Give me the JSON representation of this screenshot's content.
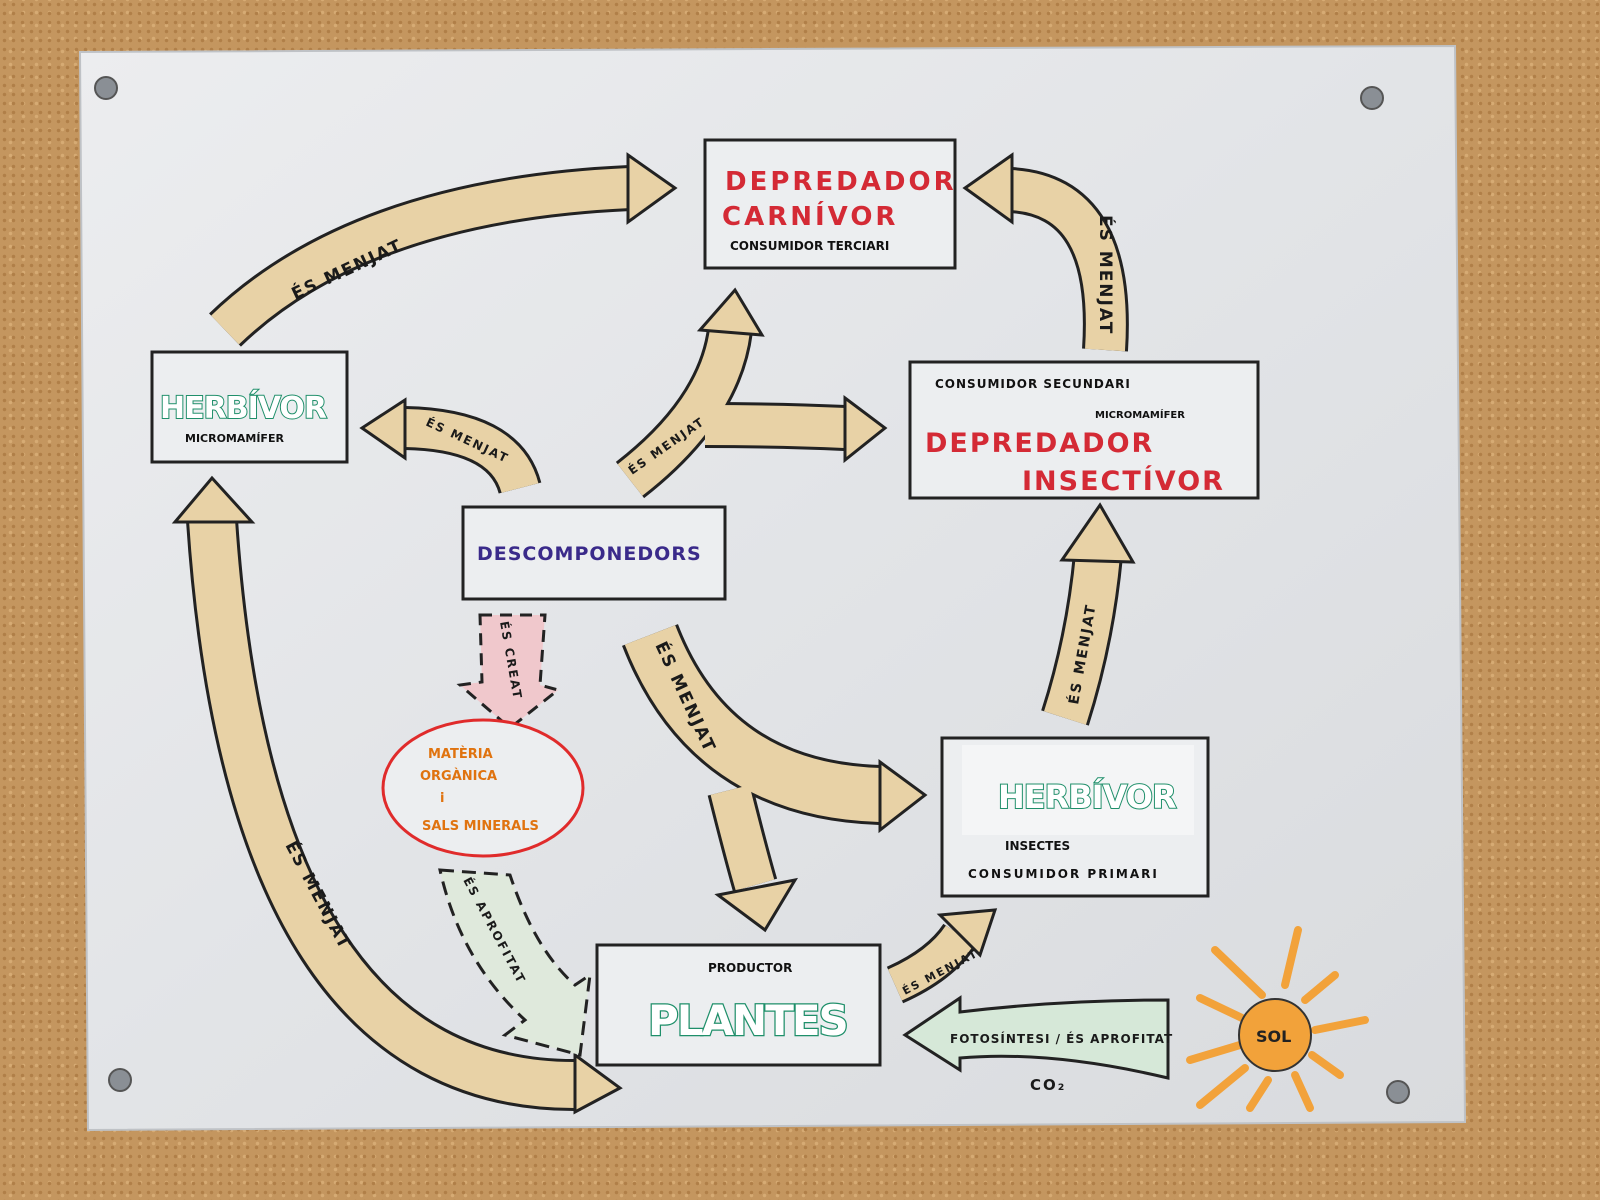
{
  "nodes": {
    "carnivor": {
      "title_1": "DEPREDADOR",
      "title_2": "CARNÍVOR",
      "subtitle": "CONSUMIDOR TERCIARI"
    },
    "herbivor_micro": {
      "title": "HERBÍVOR",
      "subtitle": "MICROMAMÍFER"
    },
    "insectivor": {
      "top": "CONSUMIDOR SECUNDARI",
      "sub": "MICROMAMÍFER",
      "title_1": "DEPREDADOR",
      "title_2": "INSECTÍVOR"
    },
    "descomponedors": {
      "title": "DESCOMPONEDORS"
    },
    "materia": {
      "line_1": "MATÈRIA",
      "line_2": "ORGÀNICA",
      "line_3": "i",
      "line_4": "SALS MINERALS"
    },
    "herbivor_insects": {
      "title": "HERBÍVOR",
      "sub": "INSECTES",
      "subtitle": "CONSUMIDOR PRIMARI"
    },
    "plantes": {
      "top": "PRODUCTOR",
      "title": "PLANTES"
    },
    "sol": {
      "title": "SOL"
    }
  },
  "arrows": {
    "micro_to_carnivor": "ÉS MENJAT",
    "insectivor_to_carnivor": "ÉS MENJAT",
    "desc_to_micro": "ÉS MENJAT",
    "desc_to_pred": "ÉS MENJAT",
    "plantes_to_micro": "ÉS MENJAT",
    "desc_to_insects": "ÉS MENJAT",
    "creat": "ÉS CREAT",
    "aprofitat": "ÉS APROFITAT",
    "insects_to_insectivor": "ÉS MENJAT",
    "plantes_to_insects": "ÉS MENJAT",
    "fotosintesi": "FOTOSÍNTESI / ÉS APROFITAT",
    "co2": "CO₂"
  },
  "colors": {
    "arrow": "#e8d2a6",
    "red": "#d42a35",
    "green": "#1f8f6a",
    "purple": "#3a2a8a",
    "orange": "#e0730f",
    "sun": "#f2a23a"
  }
}
